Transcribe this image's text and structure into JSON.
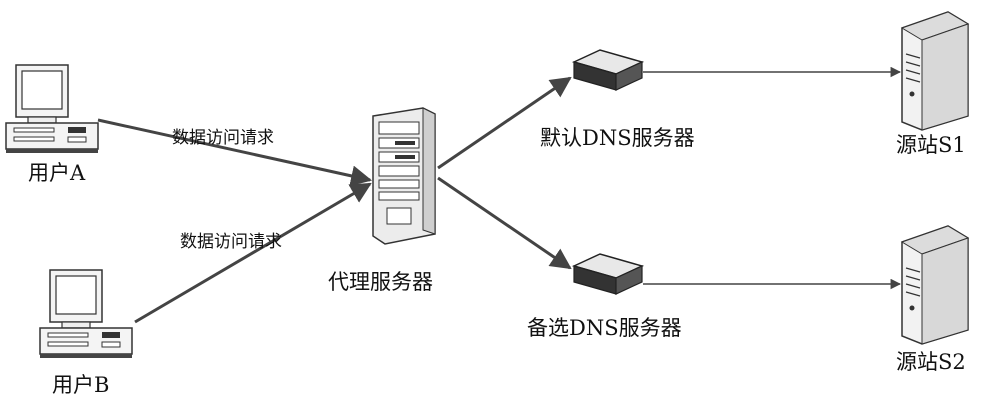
{
  "nodes": {
    "user_a": "用户A",
    "user_b": "用户B",
    "proxy": "代理服务器",
    "dns_default": "默认DNS服务器",
    "dns_backup": "备选DNS服务器",
    "origin_s1": "源站S1",
    "origin_s2": "源站S2"
  },
  "edges": {
    "a_to_proxy": "数据访问请求",
    "b_to_proxy": "数据访问请求"
  }
}
